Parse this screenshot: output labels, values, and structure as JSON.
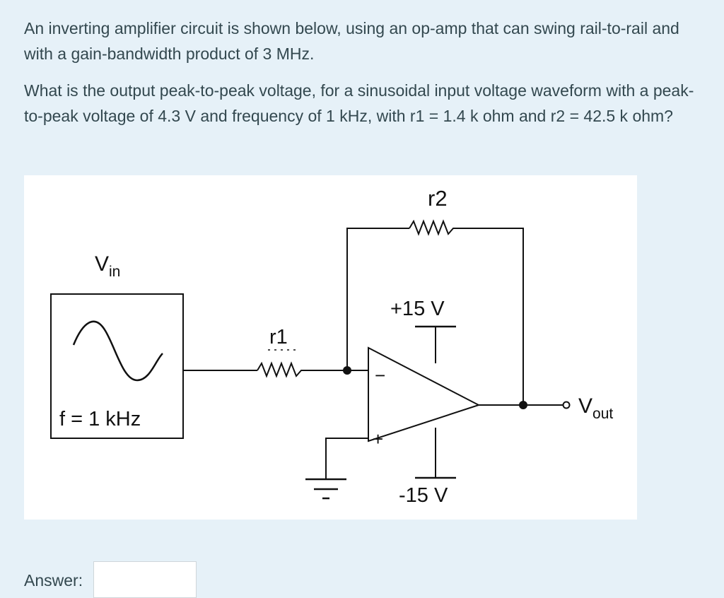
{
  "question": {
    "paragraph_1": "An inverting amplifier circuit is shown below, using an op-amp that can swing rail-to-rail and with a gain-bandwidth product of 3 MHz.",
    "paragraph_2": "What is the output peak-to-peak voltage, for a sinusoidal input voltage waveform with a peak-to-peak voltage of 4.3 V and frequency of 1 kHz, with r1 = 1.4 k ohm and r2 = 42.5 k ohm?"
  },
  "circuit": {
    "vin_main": "V",
    "vin_sub": "in",
    "source_freq": "f = 1 kHz",
    "r1": "r1",
    "r2": "r2",
    "pos_supply": "+15 V",
    "neg_supply": "-15 V",
    "inv_sign": "−",
    "noninv_sign": "+",
    "vout_main": "V",
    "vout_sub": "out"
  },
  "answer": {
    "label": "Answer:",
    "value": ""
  }
}
